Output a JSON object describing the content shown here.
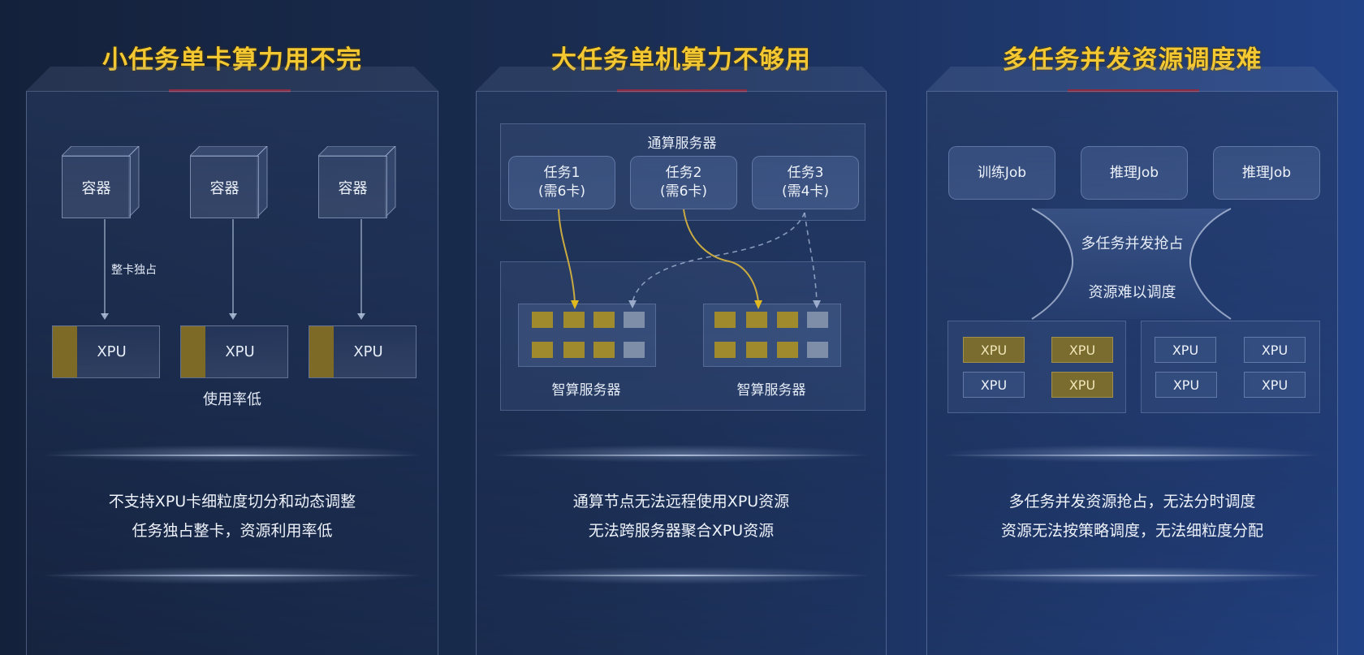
{
  "panels": [
    {
      "title": "小任务单卡算力用不完",
      "containers": [
        "容器",
        "容器",
        "容器"
      ],
      "arrow_label": "整卡独占",
      "xpus": [
        "XPU",
        "XPU",
        "XPU"
      ],
      "footer_label": "使用率低",
      "description": [
        "不支持XPU卡细粒度切分和动态调整",
        "任务独占整卡，资源利用率低"
      ]
    },
    {
      "title": "大任务单机算力不够用",
      "general_server_label": "通算服务器",
      "tasks": [
        {
          "name": "任务1",
          "need": "(需6卡)"
        },
        {
          "name": "任务2",
          "need": "(需6卡)"
        },
        {
          "name": "任务3",
          "need": "(需4卡)"
        }
      ],
      "ai_servers": [
        {
          "label": "智算服务器",
          "chips": [
            "gold",
            "gold",
            "gold",
            "grey",
            "gold",
            "gold",
            "gold",
            "grey"
          ]
        },
        {
          "label": "智算服务器",
          "chips": [
            "gold",
            "gold",
            "gold",
            "grey",
            "gold",
            "gold",
            "gold",
            "grey"
          ]
        }
      ],
      "description": [
        "通算节点无法远程使用XPU资源",
        "无法跨服务器聚合XPU资源"
      ]
    },
    {
      "title": "多任务并发资源调度难",
      "jobs": [
        "训练Job",
        "推理Job",
        "推理Job"
      ],
      "center_text": [
        "多任务并发抢占",
        "资源难以调度"
      ],
      "xpu_groups": [
        [
          {
            "label": "XPU",
            "state": "busy"
          },
          {
            "label": "XPU",
            "state": "busy"
          },
          {
            "label": "XPU",
            "state": "idle"
          },
          {
            "label": "XPU",
            "state": "busy"
          }
        ],
        [
          {
            "label": "XPU",
            "state": "idle"
          },
          {
            "label": "XPU",
            "state": "idle"
          },
          {
            "label": "XPU",
            "state": "idle"
          },
          {
            "label": "XPU",
            "state": "idle"
          }
        ]
      ],
      "description": [
        "多任务并发资源抢占，无法分时调度",
        "资源无法按策略调度，无法细粒度分配"
      ]
    }
  ],
  "colors": {
    "title": "#f4c832",
    "accent_red": "#8a2a42",
    "xpu_busy": "#a08a2e",
    "xpu_idle": "#7e8ea8"
  }
}
